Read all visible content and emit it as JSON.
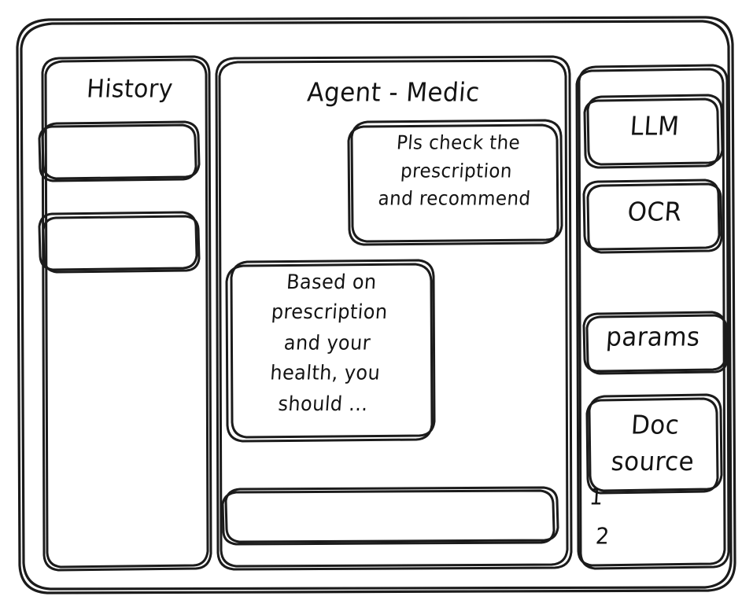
{
  "window": {
    "style": "hand-drawn-wireframe",
    "stroke_color": "#1b1b1b",
    "background_color": "#ffffff"
  },
  "sidebar_left": {
    "title": "History",
    "items": [
      {
        "label": ""
      },
      {
        "label": ""
      }
    ]
  },
  "main": {
    "title": "Agent - Medic",
    "messages": [
      {
        "role": "user",
        "align": "right",
        "text": "Pls check the\nprescription\nand recommend"
      },
      {
        "role": "assistant",
        "align": "left",
        "text": "Based on\nprescription\nand your\nhealth, you\nshould ..."
      }
    ],
    "composer": {
      "value": "",
      "placeholder": ""
    }
  },
  "sidebar_right": {
    "blocks": [
      {
        "label": "LLM"
      },
      {
        "label": "OCR"
      },
      {
        "label": "params"
      },
      {
        "label": "Doc\nsource"
      }
    ],
    "doc_sources": [
      {
        "label": "1"
      },
      {
        "label": "2"
      }
    ]
  }
}
